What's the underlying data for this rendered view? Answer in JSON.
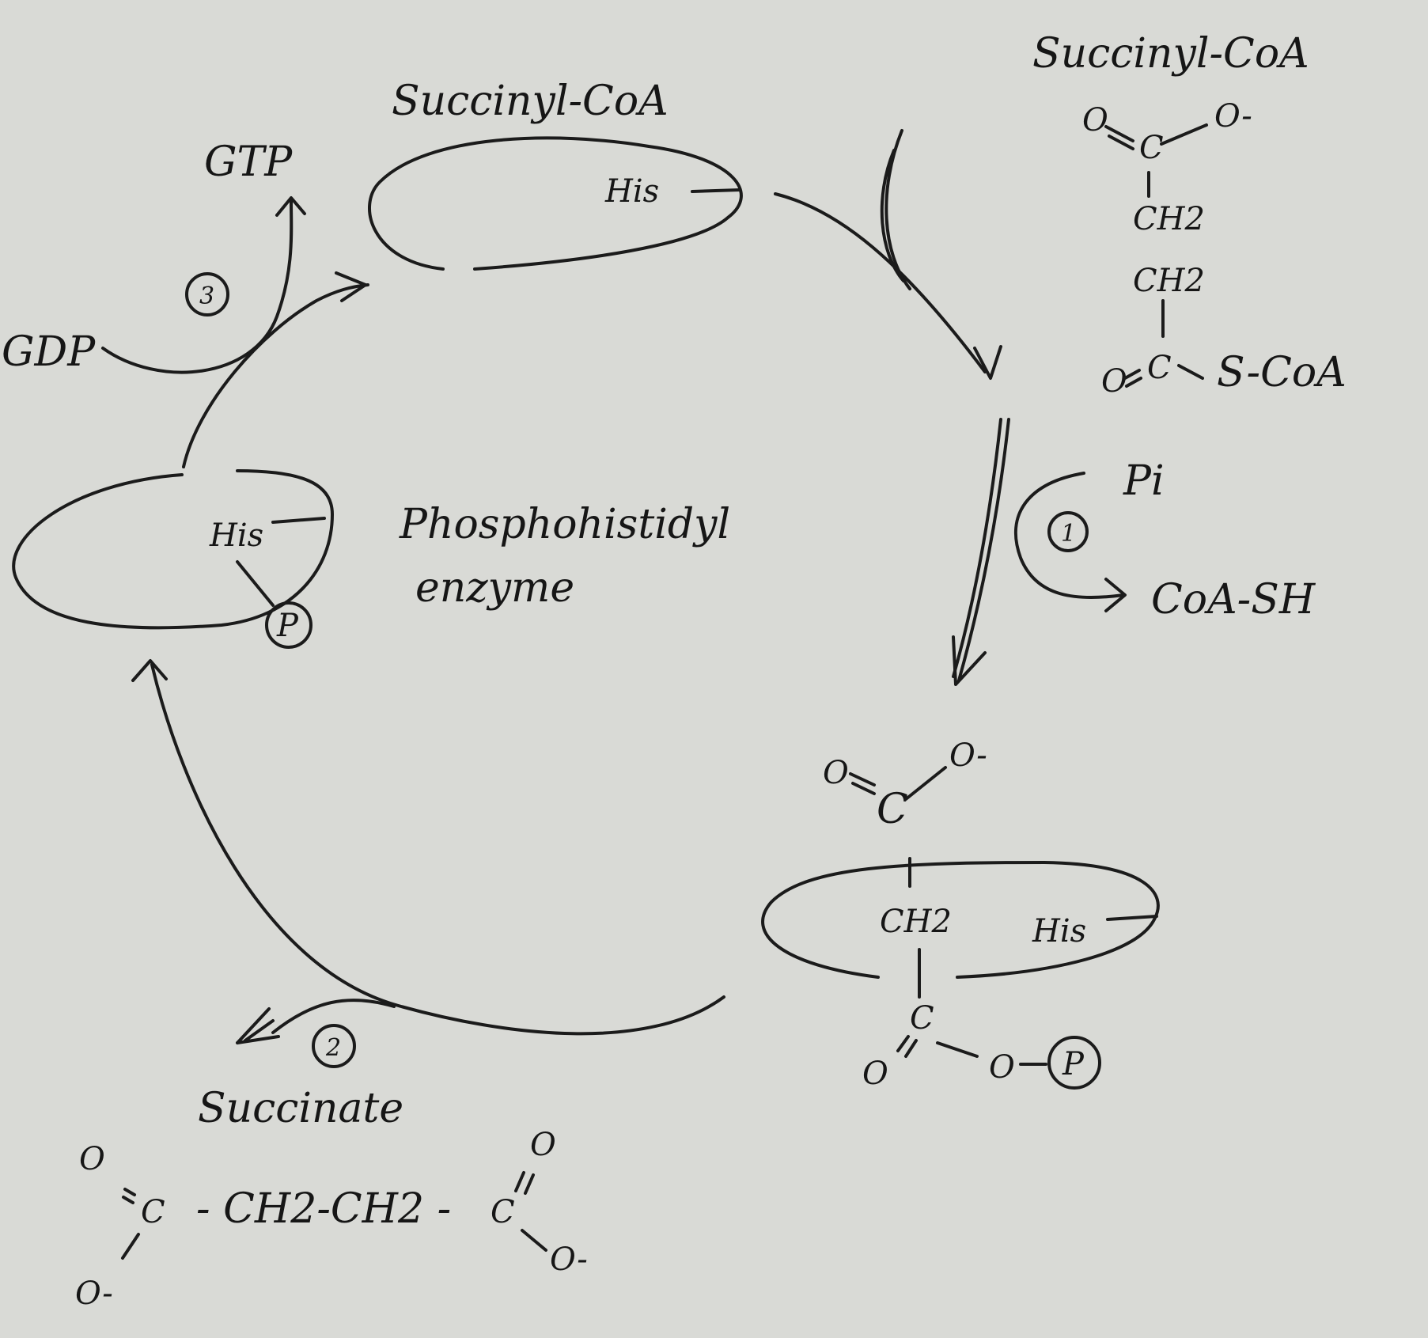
{
  "top_enzyme": {
    "title": "Succinyl-CoA",
    "residue": "His"
  },
  "left_enzyme": {
    "residue": "His",
    "phosphate": "P",
    "label_line1": "Phosphohistidyl",
    "label_line2": "enzyme"
  },
  "bottom_right_enzyme": {
    "group": "CH2",
    "residue": "His"
  },
  "top_right_molecule": {
    "title": "Succinyl-CoA",
    "o_double": "O",
    "carbon": "C",
    "o_minus": "O-",
    "ch2_a": "CH2",
    "ch2_b": "CH2",
    "o_acyl": "O",
    "carbon_acyl": "C",
    "scoa": "S-CoA"
  },
  "step1": {
    "number": "1",
    "input": "Pi",
    "output": "CoA-SH"
  },
  "step2": {
    "number": "2"
  },
  "step3": {
    "number": "3",
    "input": "GDP",
    "output": "GTP"
  },
  "intermediate": {
    "o_double": "O",
    "carbon_top": "C",
    "o_minus": "O-",
    "carbon_bottom": "C",
    "o_bottom": "O",
    "o_link": "O",
    "phosphate": "P"
  },
  "succinate": {
    "title": "Succinate",
    "o_top_left": "O",
    "c_left": "C",
    "chain": "- CH2-CH2 -",
    "c_right": "C",
    "o_top_right": "O",
    "o_minus_left": "O-",
    "o_minus_right": "O-"
  }
}
